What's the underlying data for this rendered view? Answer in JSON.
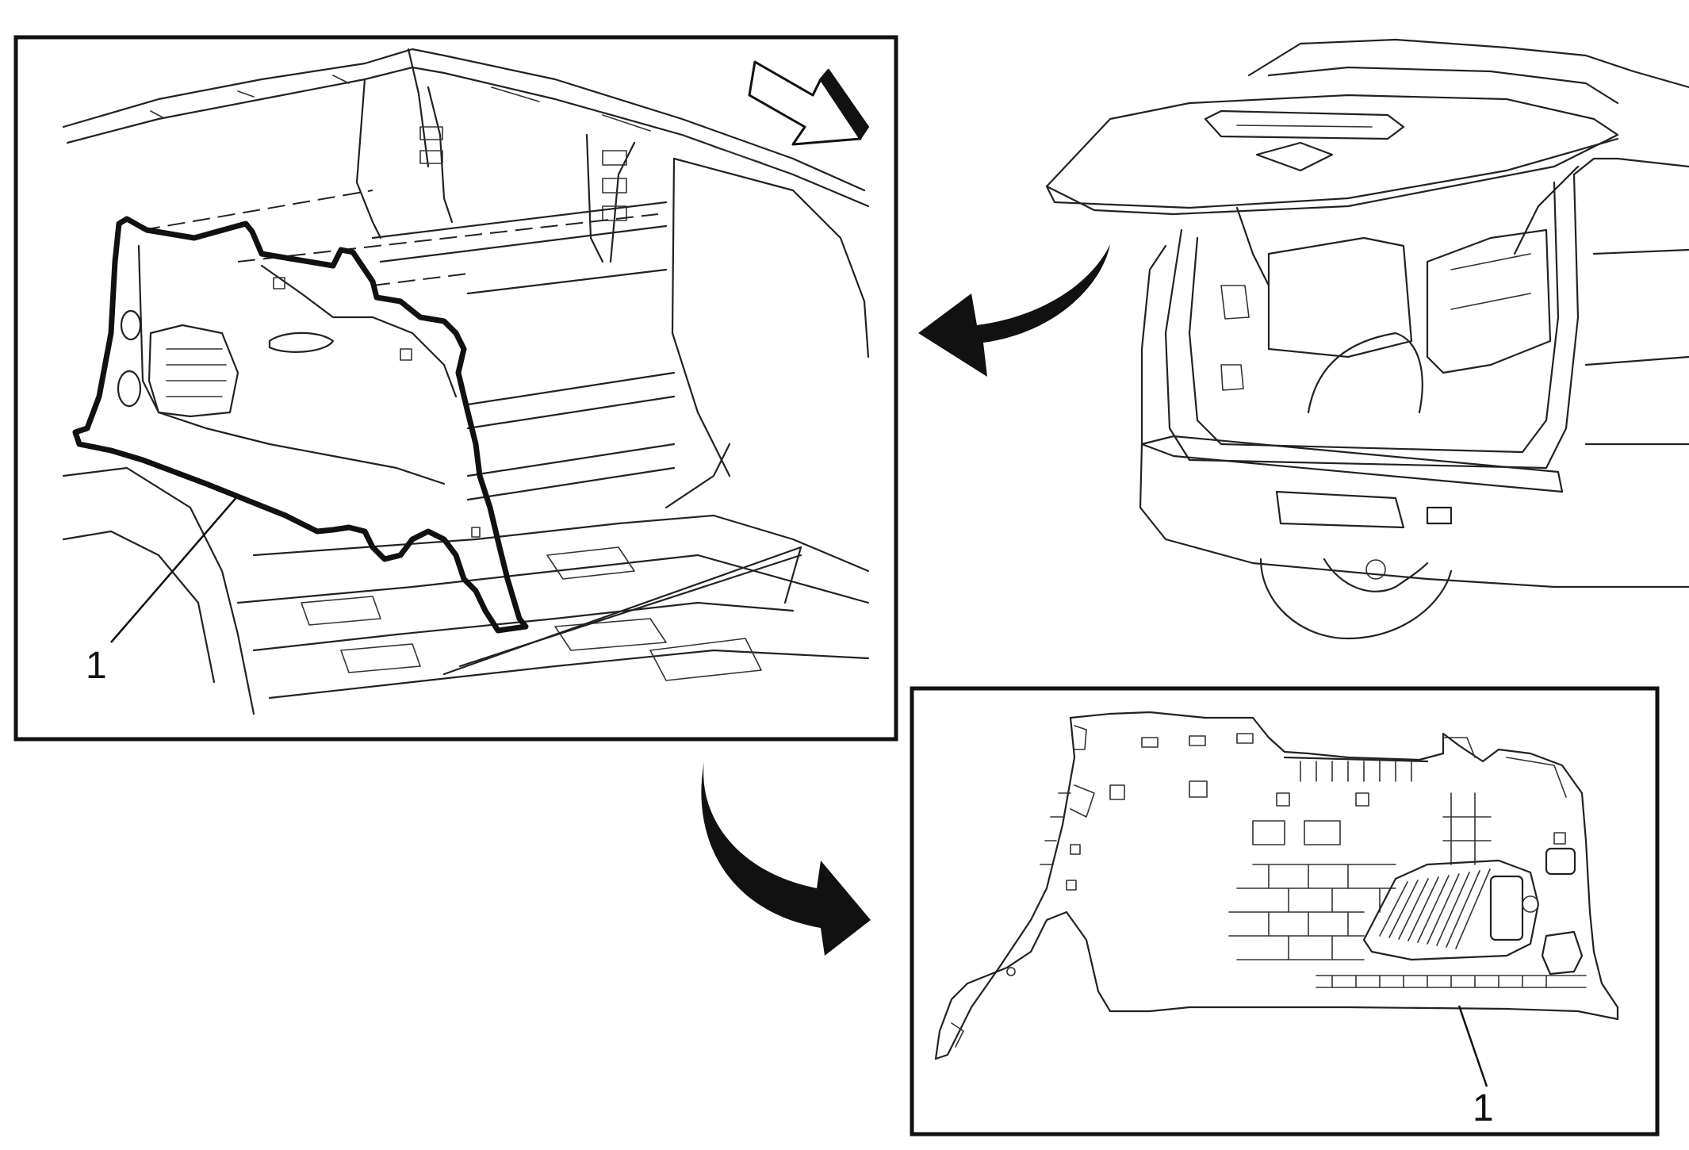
{
  "figure": {
    "panels": [
      {
        "id": "detail-view",
        "callout": "1"
      },
      {
        "id": "component-view",
        "callout": "1"
      }
    ]
  },
  "icons": {
    "direction_arrow": "front-direction-arrow-icon",
    "flow_arrow_1": "curved-flow-arrow-icon",
    "flow_arrow_2": "curved-flow-arrow-icon"
  },
  "colors": {
    "line": "#111111",
    "background": "#ffffff"
  }
}
